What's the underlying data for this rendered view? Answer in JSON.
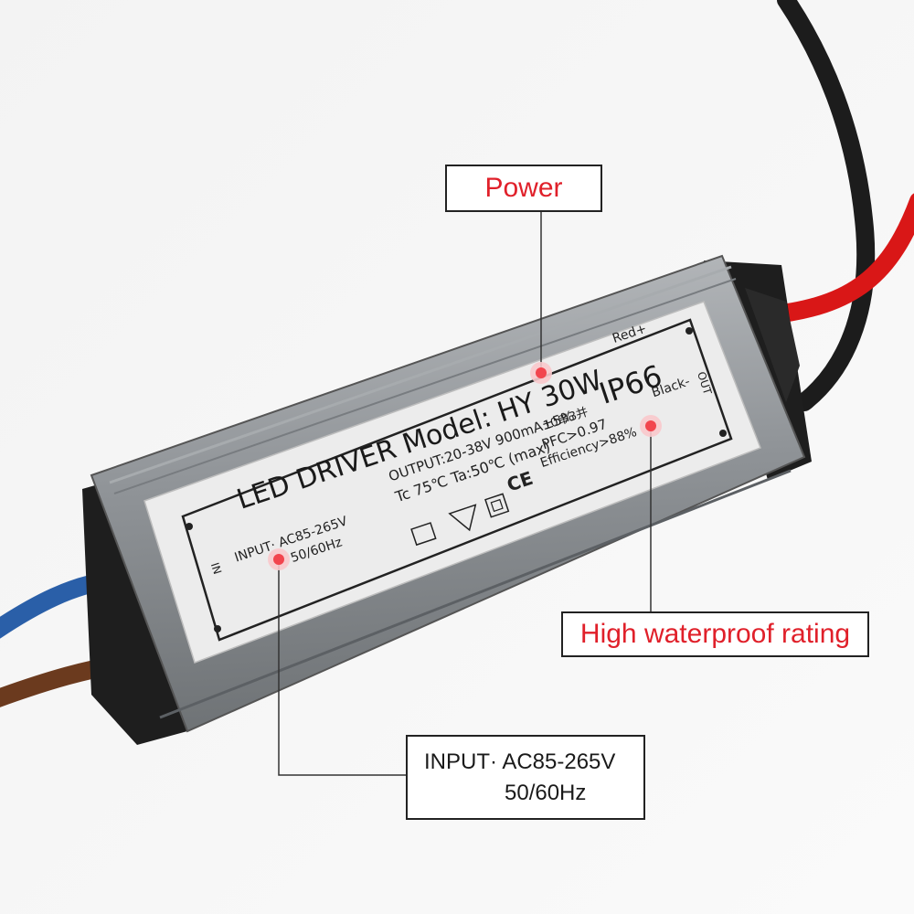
{
  "colors": {
    "callout_text": "#e0202a",
    "marker": "#f2454e",
    "label_bg": "#ededed",
    "housing": "#8e9296",
    "wire_red": "#e01818",
    "wire_black": "#1c1c1c",
    "wire_blue": "#2a5fa8",
    "wire_brown": "#6b3a1e"
  },
  "callouts": {
    "power": "Power",
    "waterproof": "High waterproof rating",
    "input_line1": "INPUT· AC85-265V",
    "input_line2": "50/60Hz"
  },
  "label": {
    "title": "LED DRIVER Model: HY 30W",
    "output": "OUTPUT:20-38V  900mA±5%",
    "input": "INPUT· AC85-265V",
    "freq": "50/60Hz",
    "temps": "Tc 75℃  Ta:50℃ (max)",
    "batch": "10串3并",
    "pfc": "PFC>0.97",
    "efficiency": "Efficiency>88%",
    "ip": "IP66",
    "red": "Red+",
    "black": "Black-",
    "in": "IN",
    "out": "OUT",
    "ce": "CE"
  }
}
